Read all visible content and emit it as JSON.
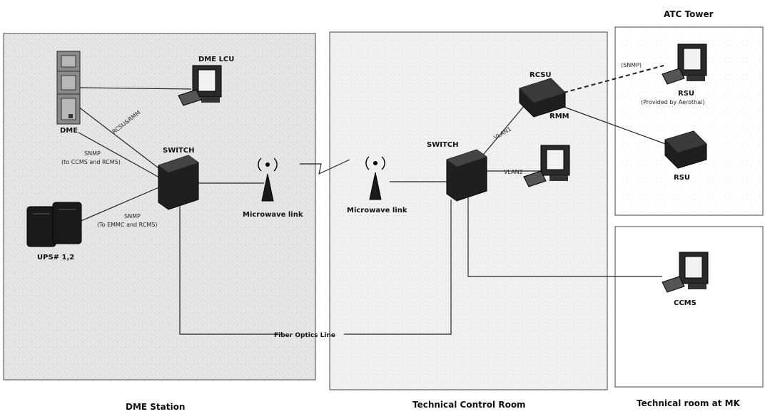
{
  "zones": {
    "dme_station": "DME Station",
    "technical_control_room": "Technical Control Room",
    "atc_tower": "ATC Tower",
    "technical_room_mk": "Technical room at MK"
  },
  "devices": {
    "dme": "DME",
    "dme_lcu": "DME LCU",
    "switch_left": "SWITCH",
    "ups": "UPS# 1,2",
    "microwave_left": "Microwave link",
    "microwave_right": "Microwave link",
    "switch_right": "SWITCH",
    "rcsu": "RCSU",
    "rmm": "RMM",
    "rsu_top": "RSU",
    "rsu_top_note": "(Provided by Aerothai)",
    "rsu_bottom": "RSU",
    "ccms": "CCMS"
  },
  "links": {
    "rcsu_rmm": "RCSU&RMM",
    "snmp1_a": "SNMP",
    "snmp1_b": "(to CCMS and RCMS)",
    "snmp2_a": "SNMP",
    "snmp2_b": "(To EMMC and RCMS)",
    "vlan1": "VLAN1",
    "vlan2": "VLAN2",
    "snmp_tower": "(SNMP)",
    "fiber": "Fiber Optics Line"
  }
}
